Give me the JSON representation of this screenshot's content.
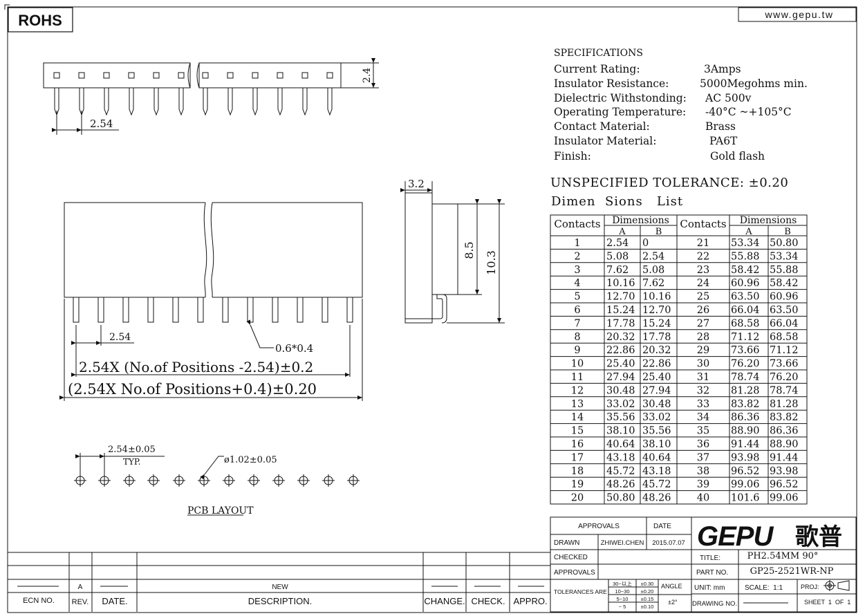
{
  "header": {
    "rohs": "ROHS",
    "website": "www.gepu.tw"
  },
  "specs": {
    "heading": "SPECIFICATIONS",
    "rows": [
      {
        "label": "Current Rating:",
        "value": "3Amps"
      },
      {
        "label": "Insulator Resistance:",
        "value": "5000Megohms min."
      },
      {
        "label": "Dielectric Withstonding:",
        "value": "AC 500v"
      },
      {
        "label": "Operating Temperature:",
        "value": "-40°C ~+105°C"
      },
      {
        "label": "Contact Material:",
        "value": "Brass"
      },
      {
        "label": "Insulator Material:",
        "value": "PA6T"
      },
      {
        "label": "Finish:",
        "value": "Gold flash"
      }
    ],
    "tolerance": "UNSPECIFIED TOLERANCE: ±0.20",
    "dim_list_title": "Dimen  Sions   List"
  },
  "dim_table": {
    "h_contacts": "Contacts",
    "h_dimensions": "Dimensions",
    "h_a": "A",
    "h_b": "B",
    "left": [
      [
        "1",
        "2.54",
        "0"
      ],
      [
        "2",
        "5.08",
        "2.54"
      ],
      [
        "3",
        "7.62",
        "5.08"
      ],
      [
        "4",
        "10.16",
        "7.62"
      ],
      [
        "5",
        "12.70",
        "10.16"
      ],
      [
        "6",
        "15.24",
        "12.70"
      ],
      [
        "7",
        "17.78",
        "15.24"
      ],
      [
        "8",
        "20.32",
        "17.78"
      ],
      [
        "9",
        "22.86",
        "20.32"
      ],
      [
        "10",
        "25.40",
        "22.86"
      ],
      [
        "11",
        "27.94",
        "25.40"
      ],
      [
        "12",
        "30.48",
        "27.94"
      ],
      [
        "13",
        "33.02",
        "30.48"
      ],
      [
        "14",
        "35.56",
        "33.02"
      ],
      [
        "15",
        "38.10",
        "35.56"
      ],
      [
        "16",
        "40.64",
        "38.10"
      ],
      [
        "17",
        "43.18",
        "40.64"
      ],
      [
        "18",
        "45.72",
        "43.18"
      ],
      [
        "19",
        "48.26",
        "45.72"
      ],
      [
        "20",
        "50.80",
        "48.26"
      ]
    ],
    "right": [
      [
        "21",
        "53.34",
        "50.80"
      ],
      [
        "22",
        "55.88",
        "53.34"
      ],
      [
        "23",
        "58.42",
        "55.88"
      ],
      [
        "24",
        "60.96",
        "58.42"
      ],
      [
        "25",
        "63.50",
        "60.96"
      ],
      [
        "26",
        "66.04",
        "63.50"
      ],
      [
        "27",
        "68.58",
        "66.04"
      ],
      [
        "28",
        "71.12",
        "68.58"
      ],
      [
        "29",
        "73.66",
        "71.12"
      ],
      [
        "30",
        "76.20",
        "73.66"
      ],
      [
        "31",
        "78.74",
        "76.20"
      ],
      [
        "32",
        "81.28",
        "78.74"
      ],
      [
        "33",
        "83.82",
        "81.28"
      ],
      [
        "34",
        "86.36",
        "83.82"
      ],
      [
        "35",
        "88.90",
        "86.36"
      ],
      [
        "36",
        "91.44",
        "88.90"
      ],
      [
        "37",
        "93.98",
        "91.44"
      ],
      [
        "38",
        "96.52",
        "93.98"
      ],
      [
        "39",
        "99.06",
        "96.52"
      ],
      [
        "40",
        "101.6",
        "99.06"
      ]
    ]
  },
  "drawing": {
    "top_pitch": "2.54",
    "top_height": "2.4",
    "side_width": "3.2",
    "side_h1": "8.5",
    "side_h2": "10.3",
    "front_pitch": "2.54",
    "pin_size": "0.6*0.4",
    "dim_a": "2.54X (No.of Positions -2.54)±0.2",
    "dim_b": "(2.54X No.of Positions+0.4)±0.20",
    "pcb_pitch": "2.54±0.05",
    "pcb_typ": "TYP.",
    "pcb_hole": "ø1.02±0.05",
    "pcb_label": "PCB LAYOUT"
  },
  "title_block": {
    "approvals_h": "APPROVALS",
    "date_h": "DATE",
    "drawn": "DRAWN",
    "drawn_name": "ZHIWEI.CHEN",
    "drawn_date": "2015.07.07",
    "checked": "CHECKED",
    "approvals": "APPROVALS",
    "tolerances": "TOLERANCES ARE",
    "tol_ranges": [
      "30~以上",
      "10~30",
      "5~10",
      "~ 5"
    ],
    "tol_values": [
      "±0.30",
      "±0.20",
      "±0.15",
      "±0.10"
    ],
    "angle": "ANGLE",
    "angle_val": "±2°",
    "logo": "GEPU",
    "logo_cn": "歌普",
    "title_l": "TITLE:",
    "title_v": "PH2.54MM 90°",
    "part_l": "PART NO.",
    "part_v": "GP25-2521WR-NP",
    "unit": "UNIT: mm",
    "scale": "SCALE:  1:1",
    "proj": "PROJ:",
    "drawing_no": "DRAWING NO.",
    "sheet": "SHEET  1  OF  1"
  },
  "revision": {
    "rev": "A",
    "new": "NEW",
    "h_ecn": "ECN NO.",
    "h_rev": "REV.",
    "h_date": "DATE.",
    "h_desc": "DESCRIPTION.",
    "h_change": "CHANGE.",
    "h_check": "CHECK.",
    "h_appro": "APPRO."
  }
}
